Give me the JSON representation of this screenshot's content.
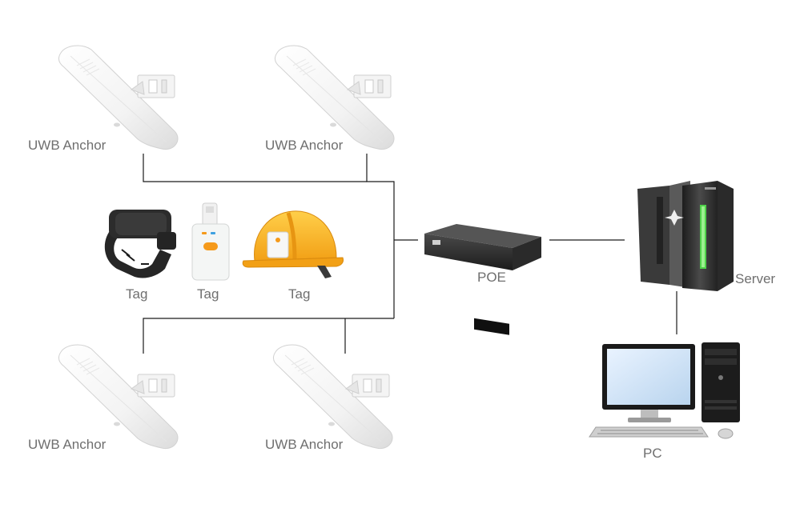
{
  "anchors": [
    {
      "label": "UWB Anchor"
    },
    {
      "label": "UWB Anchor"
    },
    {
      "label": "UWB Anchor"
    },
    {
      "label": "UWB Anchor"
    }
  ],
  "tags": [
    {
      "label": "Tag",
      "icon": "smartwatch-icon"
    },
    {
      "label": "Tag",
      "icon": "badge-tag-icon"
    },
    {
      "label": "Tag",
      "icon": "hard-hat-icon"
    }
  ],
  "poe": {
    "label": "POE",
    "icon": "network-switch-icon"
  },
  "server": {
    "label": "Server",
    "icon": "server-tower-icon"
  },
  "pc": {
    "label": "PC",
    "icon": "desktop-computer-icon"
  },
  "colors": {
    "line": "#1a1a1a",
    "label": "#6f6f6f",
    "helmet": "#f5a81c",
    "server_accent": "#4fd14a",
    "tag_button": "#f59a1b"
  }
}
